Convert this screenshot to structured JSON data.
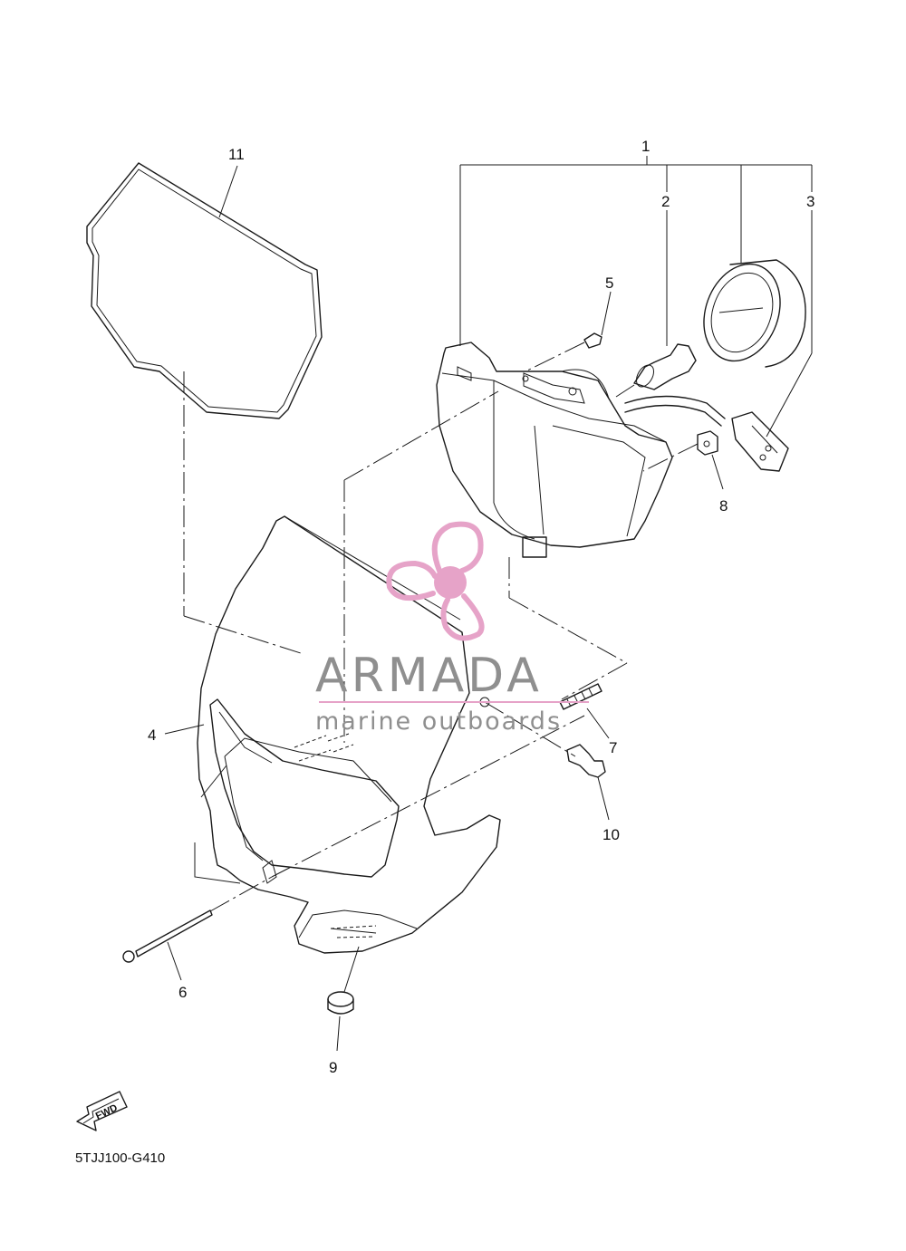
{
  "callouts": [
    "1",
    "2",
    "3",
    "4",
    "5",
    "6",
    "7",
    "8",
    "9",
    "10",
    "11"
  ],
  "watermark": {
    "brand": "ARMADA",
    "tagline": "marine outboards",
    "accent_color": "#e6a3c8",
    "text_color": "#8f8f8f"
  },
  "direction_arrow": {
    "label": "FWD",
    "icon": "fwd-arrow-icon"
  },
  "diagram_code": "5TJJ100-G410"
}
